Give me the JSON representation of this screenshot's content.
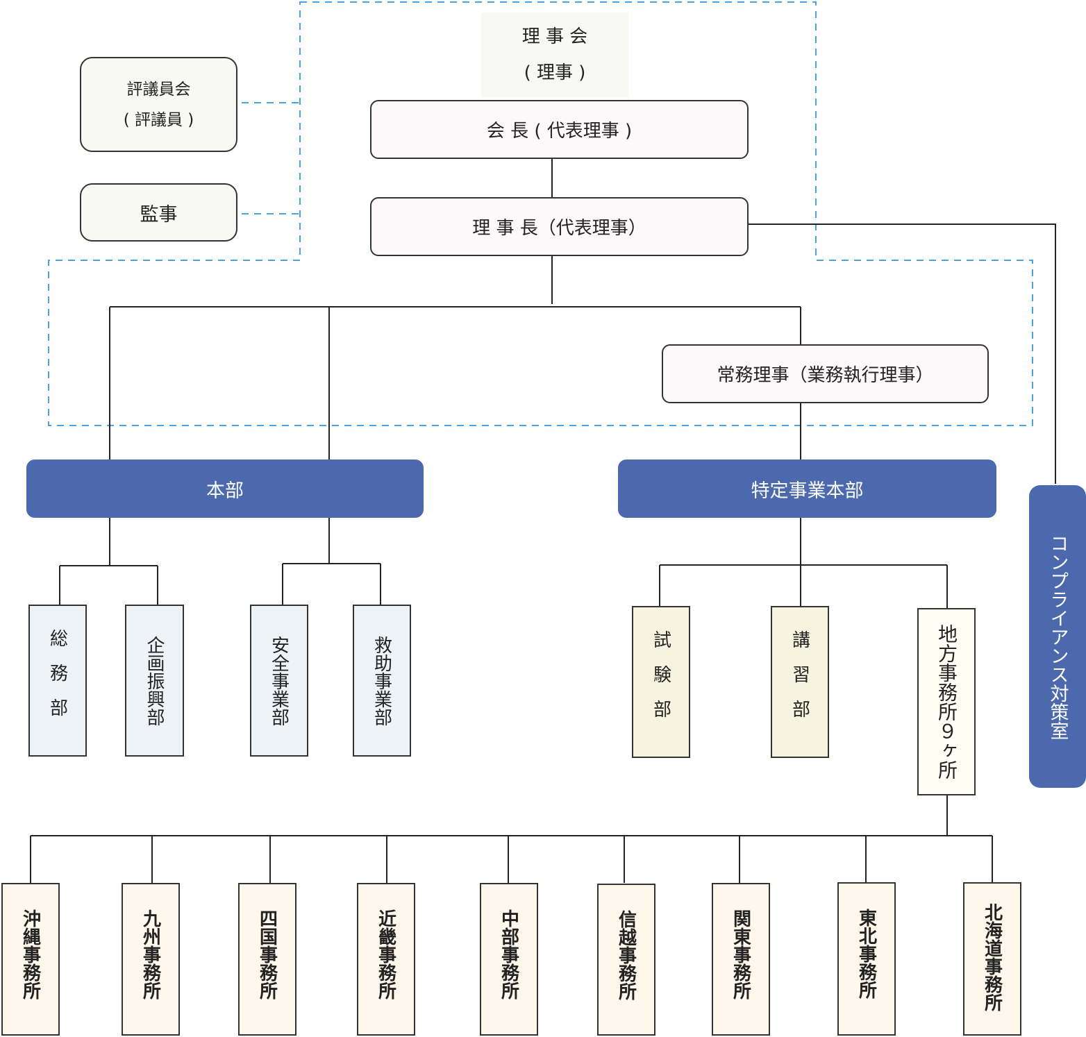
{
  "board": {
    "line1": "理 事 会",
    "line2": "( 理事 )"
  },
  "councilors": {
    "line1": "評議員会",
    "line2": "( 評議員 )"
  },
  "auditor": "監事",
  "chairman": "会 長 ( 代表理事 )",
  "president": "理 事 長（代表理事）",
  "executive_director": "常務理事（業務執行理事）",
  "headquarters": "本部",
  "special_hq": "特定事業本部",
  "compliance": "コンプライアンス対策室",
  "hq_departments": [
    "総務部",
    "企画振興部",
    "安全事業部",
    "救助事業部"
  ],
  "special_departments": [
    "試験部",
    "講習部",
    "地方事務所９ヶ所"
  ],
  "regional_offices": [
    "沖縄事務所",
    "九州事務所",
    "四国事務所",
    "近畿事務所",
    "中部事務所",
    "信越事務所",
    "関東事務所",
    "東北事務所",
    "北海道事務所"
  ],
  "colors": {
    "accent_blue": "#4d69ad",
    "dashed_line": "#4aa3e0",
    "dept_bg": "#eef3f8",
    "exam_bg": "#f6f4de",
    "office_bg": "#fdf7ec",
    "exec_bg": "#fdf8fa"
  }
}
